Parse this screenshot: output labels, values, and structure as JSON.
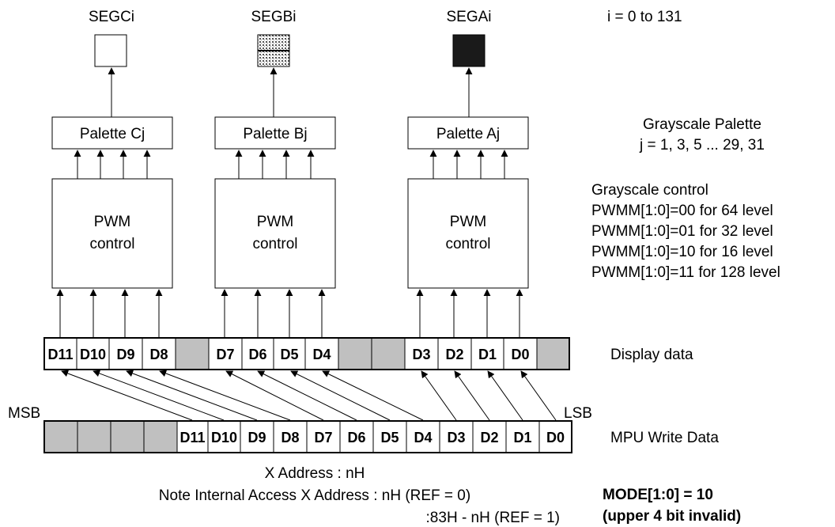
{
  "outputs": [
    {
      "id": "c",
      "label": "SEGCi",
      "fill": "#ffffff"
    },
    {
      "id": "b",
      "label": "SEGBi",
      "fill": "pattern"
    },
    {
      "id": "a",
      "label": "SEGAi",
      "fill": "#1a1a1a"
    }
  ],
  "range_note": "i = 0 to 131",
  "palettes": [
    "Palette Cj",
    "Palette Bj",
    "Palette Aj"
  ],
  "palette_note": {
    "title": "Grayscale Palette",
    "range": "j = 1, 3, 5 ... 29, 31"
  },
  "pwm_blocks": [
    {
      "line1": "PWM",
      "line2": "control"
    },
    {
      "line1": "PWM",
      "line2": "control"
    },
    {
      "line1": "PWM",
      "line2": "control"
    }
  ],
  "grayscale_control": {
    "title": "Grayscale control",
    "lines": [
      "PWMM[1:0]=00 for 64 level",
      "PWMM[1:0]=01 for 32 level",
      "PWMM[1:0]=10 for 16 level",
      "PWMM[1:0]=11 for 128 level"
    ]
  },
  "display_data": {
    "label": "Display data",
    "cells": [
      "D11",
      "D10",
      "D9",
      "D8",
      "",
      "D7",
      "D6",
      "D5",
      "D4",
      "",
      "",
      "D3",
      "D2",
      "D1",
      "D0",
      ""
    ]
  },
  "mpu_data": {
    "label": "MPU Write Data",
    "msb": "MSB",
    "lsb": "LSB",
    "cells": [
      "",
      "",
      "",
      "",
      "D11",
      "D10",
      "D9",
      "D8",
      "D7",
      "D6",
      "D5",
      "D4",
      "D3",
      "D2",
      "D1",
      "D0"
    ]
  },
  "address_notes": {
    "line1": "X Address : nH",
    "line2": "Note Internal Access X Address : nH (REF = 0)",
    "line3": ":83H - nH (REF = 1)"
  },
  "mode_note": {
    "line1": "MODE[1:0] = 10",
    "line2": "(upper 4 bit invalid)"
  },
  "colors": {
    "invalid_cell": "#c0c0c0",
    "line": "#000000"
  }
}
